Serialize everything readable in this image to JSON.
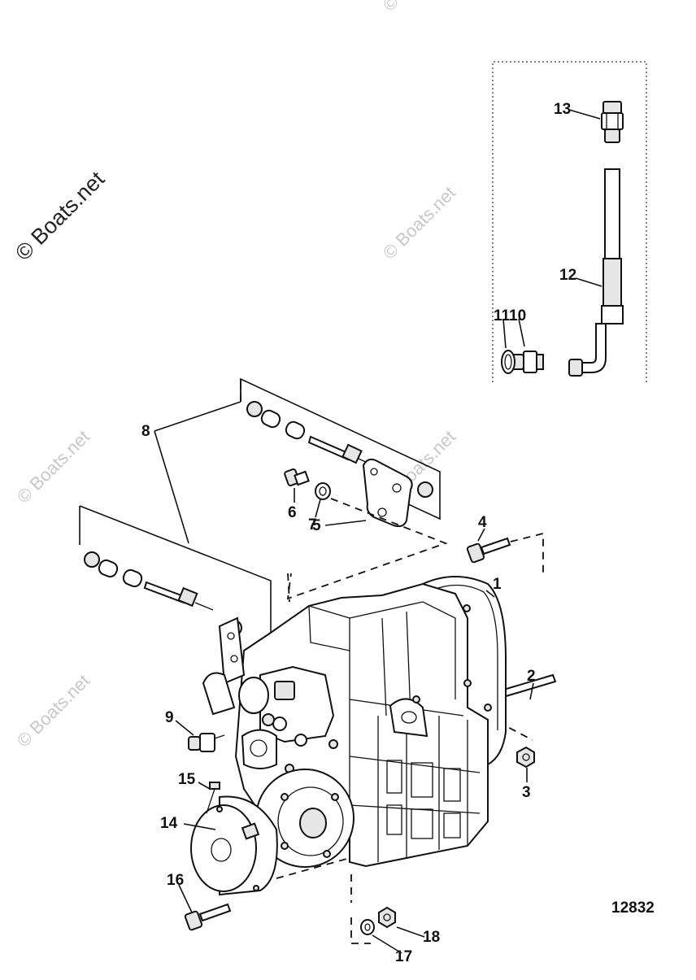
{
  "watermark": {
    "main_text": "© Boats.net",
    "faint_text": "© Boats.net"
  },
  "reference_number": "12832",
  "callouts": [
    "1",
    "2",
    "3",
    "4",
    "5",
    "6",
    "7",
    "8",
    "9",
    "10",
    "11",
    "12",
    "13",
    "14",
    "15",
    "16",
    "17",
    "18"
  ],
  "colors": {
    "ink": "#111111",
    "watermark": "#c8c8c8",
    "background": "#ffffff"
  }
}
